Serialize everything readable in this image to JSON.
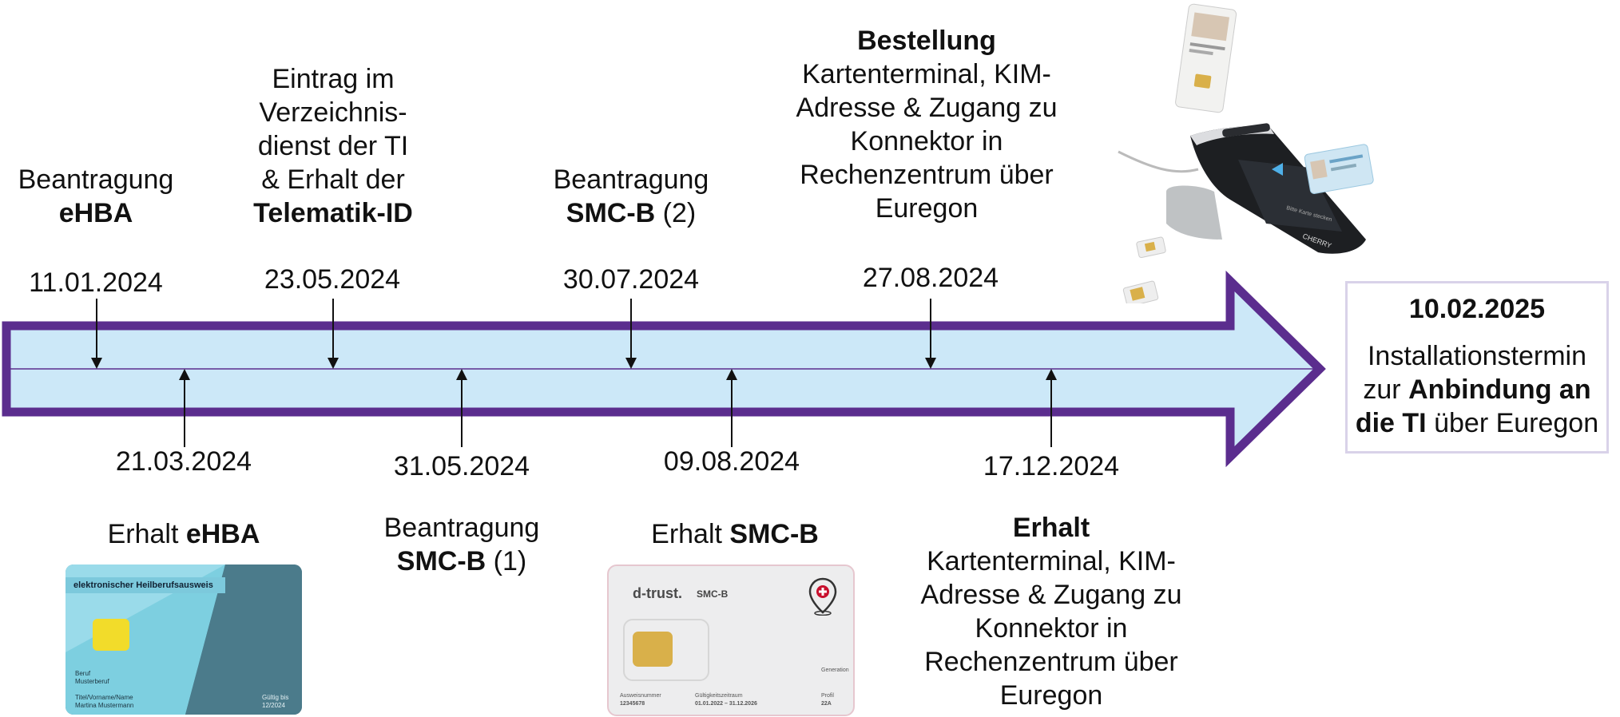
{
  "top_milestones": [
    {
      "date": "11.01.2024",
      "lines": [
        {
          "t": "Beantragung"
        },
        {
          "b": "eHBA"
        }
      ]
    },
    {
      "date": "23.05.2024",
      "lines": [
        {
          "t": "Eintrag im"
        },
        {
          "t": "Verzeichnis-"
        },
        {
          "t": "dienst der TI"
        },
        {
          "t": "& Erhalt der"
        },
        {
          "b": "Telematik-ID"
        }
      ]
    },
    {
      "date": "30.07.2024",
      "lines": [
        {
          "t": "Beantragung"
        },
        {
          "b": "SMC-B",
          "t2": " (2)"
        }
      ]
    },
    {
      "date": "27.08.2024",
      "lines": [
        {
          "b": "Bestellung"
        },
        {
          "t": "Kartenterminal, KIM-"
        },
        {
          "t": "Adresse & Zugang zu"
        },
        {
          "t": "Konnektor in"
        },
        {
          "t": "Rechenzentrum über"
        },
        {
          "t": "Euregon"
        }
      ]
    }
  ],
  "bottom_milestones": [
    {
      "date": "21.03.2024",
      "lines": [
        {
          "t": "Erhalt ",
          "b": "eHBA"
        }
      ]
    },
    {
      "date": "31.05.2024",
      "lines": [
        {
          "t": "Beantragung"
        },
        {
          "b": "SMC-B",
          "t2": " (1)"
        }
      ]
    },
    {
      "date": "09.08.2024",
      "lines": [
        {
          "t": "Erhalt ",
          "b": "SMC-B"
        }
      ]
    },
    {
      "date": "17.12.2024",
      "lines": [
        {
          "b": "Erhalt"
        },
        {
          "t": "Kartenterminal, KIM-"
        },
        {
          "t": "Adresse & Zugang zu"
        },
        {
          "t": "Konnektor in"
        },
        {
          "t": "Rechenzentrum über"
        },
        {
          "t": "Euregon"
        }
      ]
    }
  ],
  "final": {
    "date": "10.02.2025",
    "line1": "Installationstermin",
    "line2_text": "zur ",
    "line2_bold": "Anbindung an",
    "line3_bold": "die TI",
    "line3_text": " über Euregon"
  },
  "ehba_card": {
    "header": "elektronischer Heilberufsausweis",
    "beruf_label": "Beruf",
    "beruf_value": "Musterberuf",
    "name_label": "Titel/Vorname/Name",
    "name_value": "Martina Mustermann",
    "valid_label": "Gültig bis",
    "valid_value": "12/2024"
  },
  "smcb_card": {
    "brand": "d-trust.",
    "type": "SMC-B",
    "generation_label": "Generation",
    "ausweis_label": "Ausweisnummer",
    "ausweis_value": "12345678",
    "valid_label": "Gültigkeitszeitraum",
    "valid_value": "01.01.2022 – 31.12.2026",
    "profil_label": "Profil",
    "profil_value": "22A"
  },
  "terminal": {
    "brand": "CHERRY",
    "prompt": "Bitte Karte stecken"
  },
  "colors": {
    "arrow_fill": "#cce8f8",
    "arrow_outline": "#5b2d8e",
    "tick": "#111111"
  }
}
